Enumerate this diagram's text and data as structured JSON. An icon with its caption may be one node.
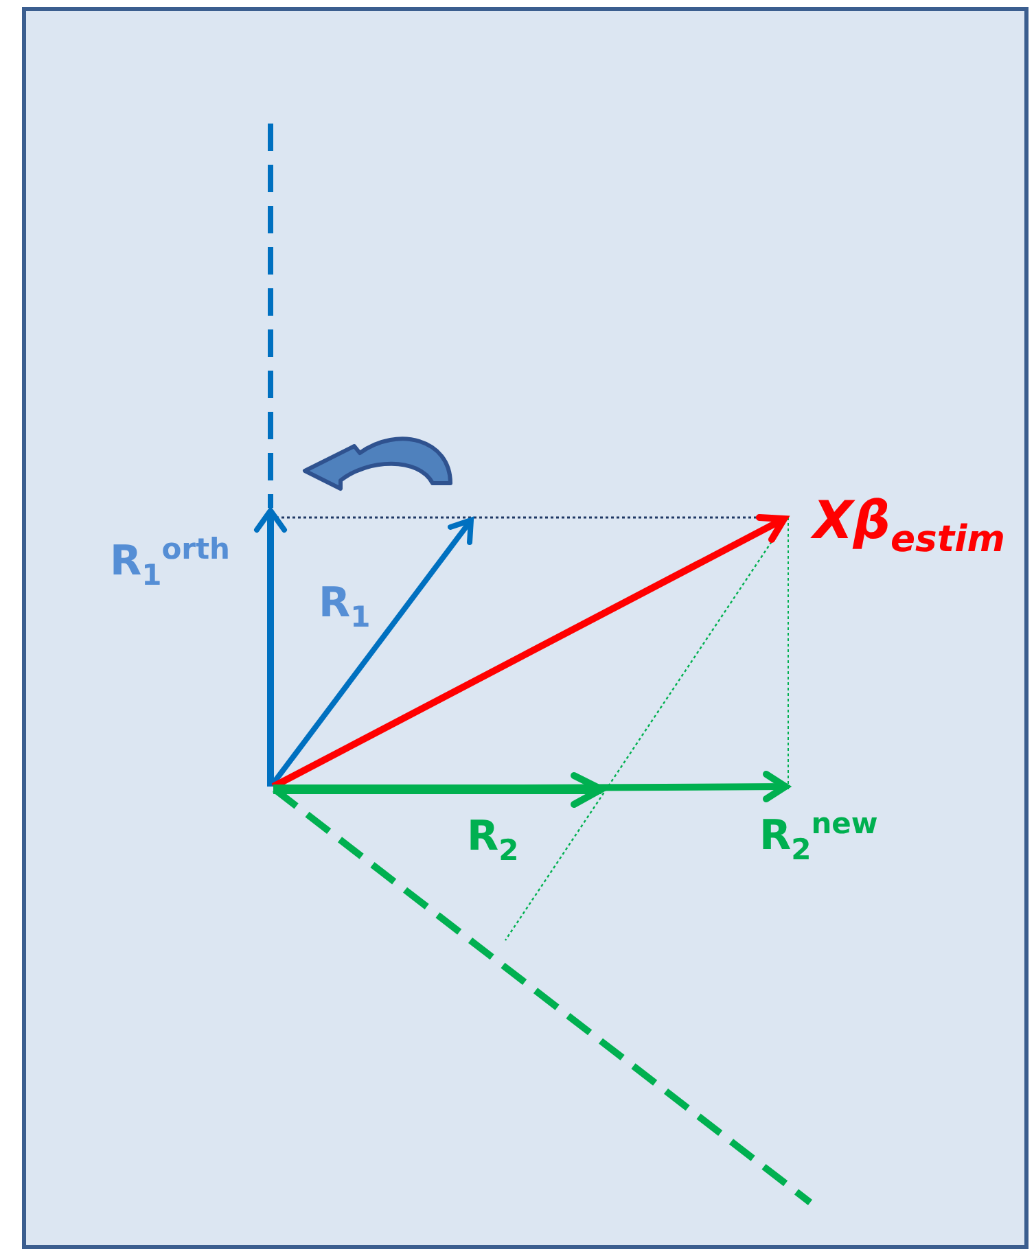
{
  "diagram": {
    "labels": [
      "Xβ$_{estim}$",
      "R$_{1}$$^{orth}$",
      "R$_{1}$",
      "R$_{2}$",
      "R$_{2}$$^{new}$"
    ]
  }
}
